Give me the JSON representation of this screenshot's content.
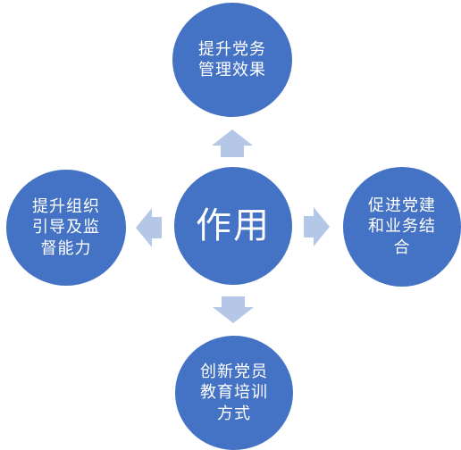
{
  "diagram": {
    "center": {
      "label": "作用"
    },
    "top": {
      "label": "提升党务\n管理效果"
    },
    "right": {
      "label": "促进党建\n和业务结\n合"
    },
    "left": {
      "label": "提升组织\n引导及监\n督能力"
    },
    "bottom": {
      "label": "创新党员\n教育培训\n方式"
    }
  },
  "colors": {
    "node_fill": "#4472c4",
    "arrow_fill": "#b4c7e7",
    "text": "#ffffff"
  }
}
